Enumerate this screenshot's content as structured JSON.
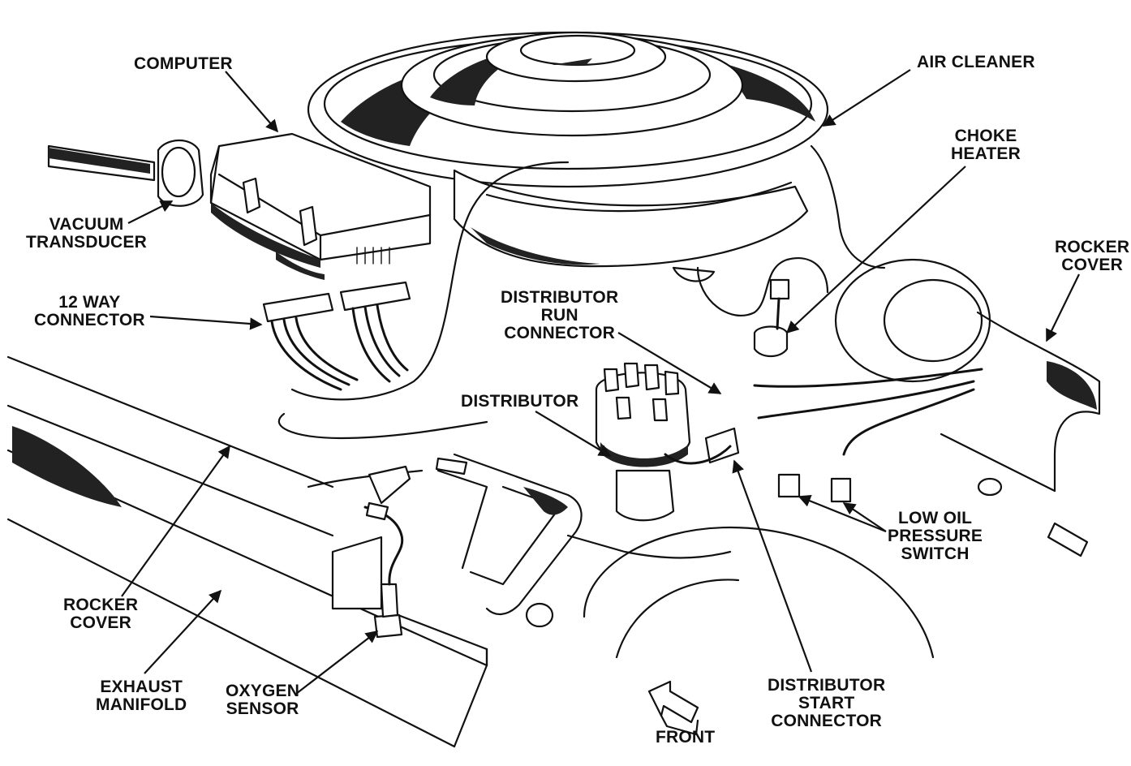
{
  "labels": {
    "computer": [
      "COMPUTER"
    ],
    "air_cleaner": [
      "AIR CLEANER"
    ],
    "choke_heater": [
      "CHOKE",
      "HEATER"
    ],
    "rocker_cover_right": [
      "ROCKER",
      "COVER"
    ],
    "vacuum_transducer": [
      "VACUUM",
      "TRANSDUCER"
    ],
    "twelve_way_connector": [
      "12 WAY",
      "CONNECTOR"
    ],
    "distributor_run_connector": [
      "DISTRIBUTOR",
      "RUN",
      "CONNECTOR"
    ],
    "distributor": [
      "DISTRIBUTOR"
    ],
    "low_oil_pressure_switch": [
      "LOW OIL",
      "PRESSURE",
      "SWITCH"
    ],
    "rocker_cover_left": [
      "ROCKER",
      "COVER"
    ],
    "exhaust_manifold": [
      "EXHAUST",
      "MANIFOLD"
    ],
    "oxygen_sensor": [
      "OXYGEN",
      "SENSOR"
    ],
    "distributor_start_connector": [
      "DISTRIBUTOR",
      "START",
      "CONNECTOR"
    ],
    "front": [
      "FRONT"
    ]
  },
  "icons": [
    "front-direction-arrow-icon"
  ],
  "colors": {
    "ink": "#111111",
    "paper": "#ffffff"
  }
}
